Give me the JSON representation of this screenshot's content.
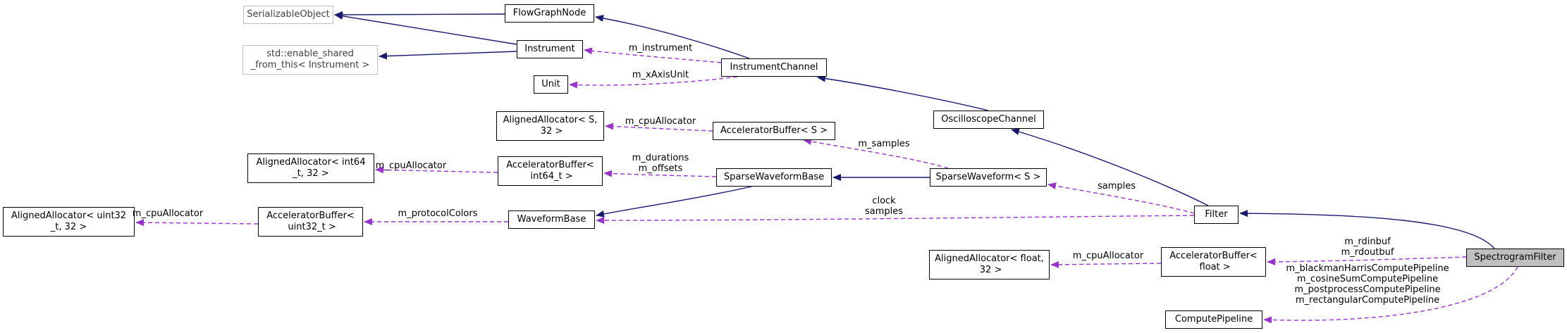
{
  "nodes": {
    "serializable_object": "SerializableObject",
    "flow_graph_node": "FlowGraphNode",
    "instrument": "Instrument",
    "enable_shared": "std::enable_shared\n_from_this< Instrument >",
    "instrument_channel": "InstrumentChannel",
    "unit": "Unit",
    "oscilloscope_channel": "OscilloscopeChannel",
    "aligned_alloc_s": "AlignedAllocator< S,\n 32 >",
    "accel_buffer_s": "AcceleratorBuffer< S >",
    "aligned_alloc_int64": "AlignedAllocator< int64\n_t, 32 >",
    "accel_buffer_int64": "AcceleratorBuffer<\n int64_t >",
    "sparse_waveform_base": "SparseWaveformBase",
    "sparse_waveform_s": "SparseWaveform< S >",
    "aligned_alloc_uint32": "AlignedAllocator< uint32\n_t, 32 >",
    "accel_buffer_uint32": "AcceleratorBuffer<\n uint32_t >",
    "waveform_base": "WaveformBase",
    "filter": "Filter",
    "spectrogram_filter": "SpectrogramFilter",
    "aligned_alloc_float": "AlignedAllocator< float,\n 32 >",
    "accel_buffer_float": "AcceleratorBuffer<\n float >",
    "compute_pipeline": "ComputePipeline"
  },
  "edge_labels": {
    "m_instrument": "m_instrument",
    "m_xaxisunit": "m_xAxisUnit",
    "m_cpuallocator_s": "m_cpuAllocator",
    "m_samples": "m_samples",
    "m_cpuallocator_int64": "m_cpuAllocator",
    "m_durations_offsets": "m_durations\nm_offsets",
    "samples": "samples",
    "m_cpuallocator_uint32": "m_cpuAllocator",
    "m_protocolcolors": "m_protocolColors",
    "clock_samples": "clock\nsamples",
    "m_rdinbuf_rdoutbuf": "m_rdinbuf\nm_rdoutbuf",
    "m_cpuallocator_float": "m_cpuAllocator",
    "pipelines": "m_blackmanHarrisComputePipeline\nm_cosineSumComputePipeline\nm_postprocessComputePipeline\nm_rectangularComputePipeline"
  },
  "colors": {
    "inheritance": "#191970",
    "usage": "#9a32cd",
    "node_border": "#000000",
    "external_border": "#bfbfbf",
    "focus_fill": "#bfbfbf"
  }
}
